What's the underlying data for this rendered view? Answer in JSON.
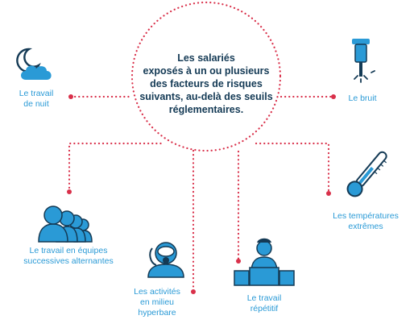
{
  "center": {
    "lines": [
      "Les salariés",
      "exposés à un ou plusieurs",
      "des facteurs de risques",
      "suivants, au-delà des seuils",
      "réglementaires."
    ]
  },
  "factors": {
    "night_work": {
      "lines": [
        "Le travail",
        "de nuit"
      ],
      "icon": "moon-cloud-icon"
    },
    "noise": {
      "lines": [
        "Le bruit"
      ],
      "icon": "jackhammer-icon"
    },
    "shift_work": {
      "lines": [
        "Le travail en équipes",
        "successives alternantes"
      ],
      "icon": "workers-team-icon"
    },
    "extreme_temperatures": {
      "lines": [
        "Les températures",
        "extrêmes"
      ],
      "icon": "thermometer-icon"
    },
    "hyperbaric": {
      "lines": [
        "Les activités",
        "en milieu",
        "hyperbare"
      ],
      "icon": "diver-icon"
    },
    "repetitive_work": {
      "lines": [
        "Le travail",
        "répétitif"
      ],
      "icon": "worker-boxes-icon"
    }
  },
  "colors": {
    "dots": "#d9304a",
    "label": "#2a9ad6",
    "text": "#143a55",
    "icon_fill": "#2a9ad6",
    "icon_dark": "#143a55"
  }
}
